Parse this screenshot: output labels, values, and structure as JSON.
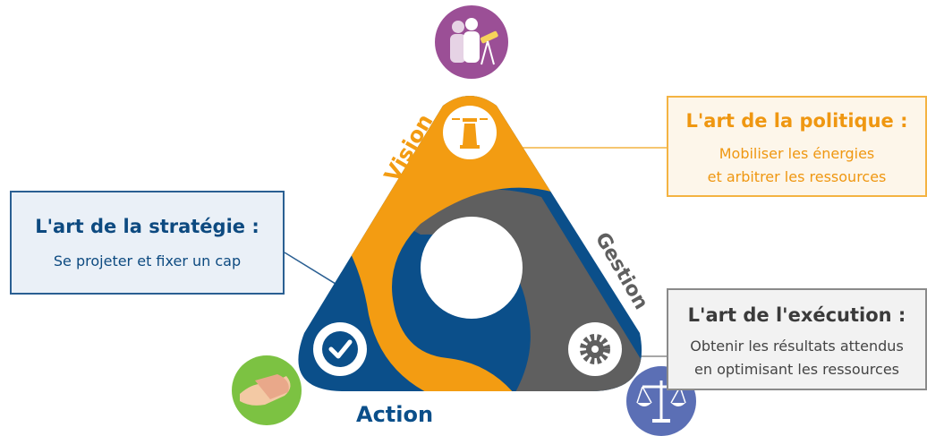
{
  "labels": {
    "vision": "Vision",
    "gestion": "Gestion",
    "action": "Action"
  },
  "boxes": {
    "politique": {
      "title": "L'art de la politique :",
      "line1": "Mobiliser les énergies",
      "line2": "et arbitrer les ressources"
    },
    "strategie": {
      "title": "L'art de la stratégie :",
      "line1": "Se projeter et fixer un cap"
    },
    "execution": {
      "title": "L'art de l'exécution :",
      "line1": "Obtenir les résultats attendus",
      "line2": "en optimisant les ressources"
    }
  },
  "colors": {
    "vision": "#f39c12",
    "action": "#0b4f8a",
    "gestion": "#5f5f5f",
    "purple": "#9b4f96",
    "green": "#7cc242",
    "periwinkle": "#5b6fb5"
  },
  "icons": {
    "top": "people-telescope-icon",
    "vision": "lighthouse-icon",
    "action": "checkmark-icon",
    "gestion": "gear-icon",
    "bottom_left": "handshake-icon",
    "bottom_right": "balance-scale-icon"
  }
}
